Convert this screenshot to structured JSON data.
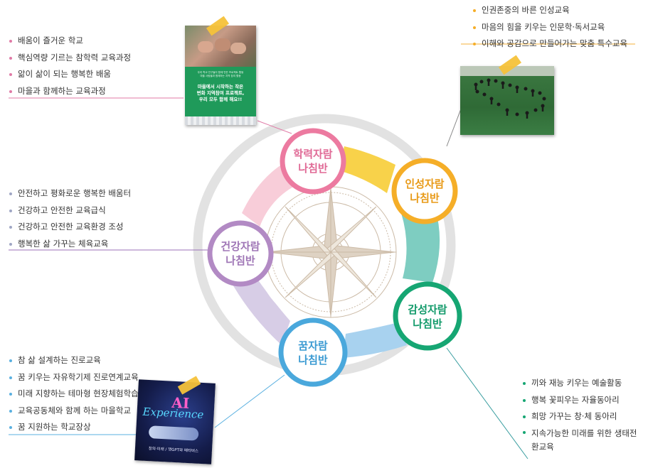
{
  "nodes": {
    "hakryeok": {
      "line1": "학력자람",
      "line2": "나침반",
      "color": "#ec7aa0"
    },
    "inseong": {
      "line1": "인성자람",
      "line2": "나침반",
      "color": "#f5ae28"
    },
    "gamseong": {
      "line1": "감성자람",
      "line2": "나침반",
      "color": "#16a673"
    },
    "kkum": {
      "line1": "꿈자람",
      "line2": "나침반",
      "color": "#4aa8dc"
    },
    "geongang": {
      "line1": "건강자람",
      "line2": "나침반",
      "color": "#b28ac4"
    }
  },
  "lists": {
    "hakryeok": [
      "배움이 즐거운 학교",
      "핵심역량 기르는 참학력 교육과정",
      "앎이 삶이 되는 행복한 배움",
      "마을과 함께하는 교육과정"
    ],
    "inseong": [
      "인권존중의 바른 인성교육",
      "마음의 힘을 키우는 인문학·독서교육",
      "이해와 공감으로 만들어가는 맞춤 특수교육"
    ],
    "geongang": [
      "안전하고 평화로운 행복한 배움터",
      "건강하고 안전한 교육급식",
      "건강하고 안전한 교육환경 조성",
      "행복한 삶 가꾸는 체육교육"
    ],
    "kkum": [
      "참 삶 설계하는 진로교육",
      "꿈 키우는 자유학기제 진로연계교육",
      "미래 지향하는 테마형 현장체험학습",
      "교육공동체와 함께 하는 마을학교",
      "꿈 지원하는 학교장상"
    ],
    "gamseong": [
      "끼와 재능 키우는 예술활동",
      "행복 꽃피우는 자율동아리",
      "희망 가꾸는 창·체 동아리",
      "지속가능한 미래를 위한 생태전환교육"
    ]
  },
  "poster": {
    "small_lines": [
      "우리 학교 친구들이 함께 만든 프로젝트 활동",
      "마을 사람들과 함께하는 지역 참여 활동"
    ],
    "lines": [
      "마을에서 시작하는 작은",
      "변화 지역참여 프로젝트,",
      "우리 모두 함께 해요!!"
    ]
  },
  "ai_photo": {
    "title": "Experience",
    "badge": "AI",
    "caption": "창의·미래 / 챗GPT와 메타버스"
  }
}
